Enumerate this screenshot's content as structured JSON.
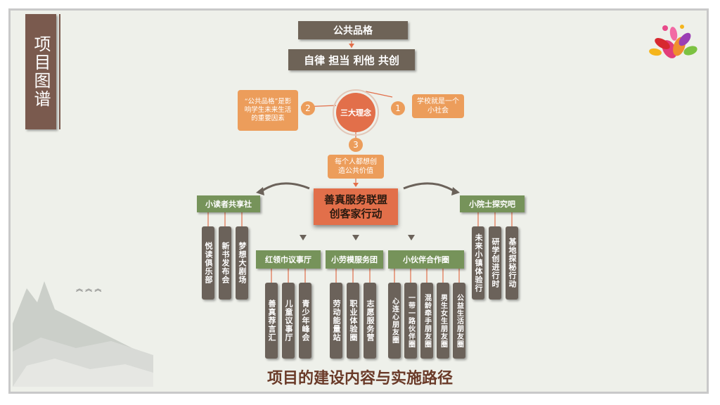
{
  "sidebar": {
    "title": "项目图谱"
  },
  "top": {
    "title": "公共品格",
    "values": "自律 担当 利他 共创"
  },
  "center": {
    "circle": "三大理念",
    "num1": "1",
    "num2": "2",
    "num3": "3",
    "right_box": "学校就是一个小社会",
    "left_box": "“公共品格”是影响学生未来生活的重要因素",
    "below_box": "每个人都想创造公共价值"
  },
  "main_box": "善真服务联盟创客家行动",
  "left_group": {
    "title": "小读者共享社",
    "items": [
      "悦读俱乐部",
      "新书发布会",
      "梦想大剧场"
    ]
  },
  "right_group": {
    "title": "小院士探究吧",
    "items": [
      "未来小镇体验行",
      "研学创进行时",
      "基地探秘行动"
    ]
  },
  "mid_groups": [
    {
      "title": "红领巾议事厅",
      "items": [
        "善真荐言汇",
        "儿童议事厅",
        "青少年峰会"
      ]
    },
    {
      "title": "小劳模服务团",
      "items": [
        "劳动能量站",
        "职业体验圈",
        "志愿服务营"
      ]
    },
    {
      "title": "小伙伴合作圈",
      "items": [
        "心连心朋友圈",
        "一带一路伙伴圈",
        "混龄牵手朋友圈",
        "男生女生朋友圈",
        "公益生活朋友圈"
      ]
    }
  ],
  "bottom_title": "项目的建设内容与实施路径",
  "colors": {
    "dark": "#6e6357",
    "green": "#76935a",
    "orange": "#ec9d5b",
    "red": "#e26f4a"
  }
}
